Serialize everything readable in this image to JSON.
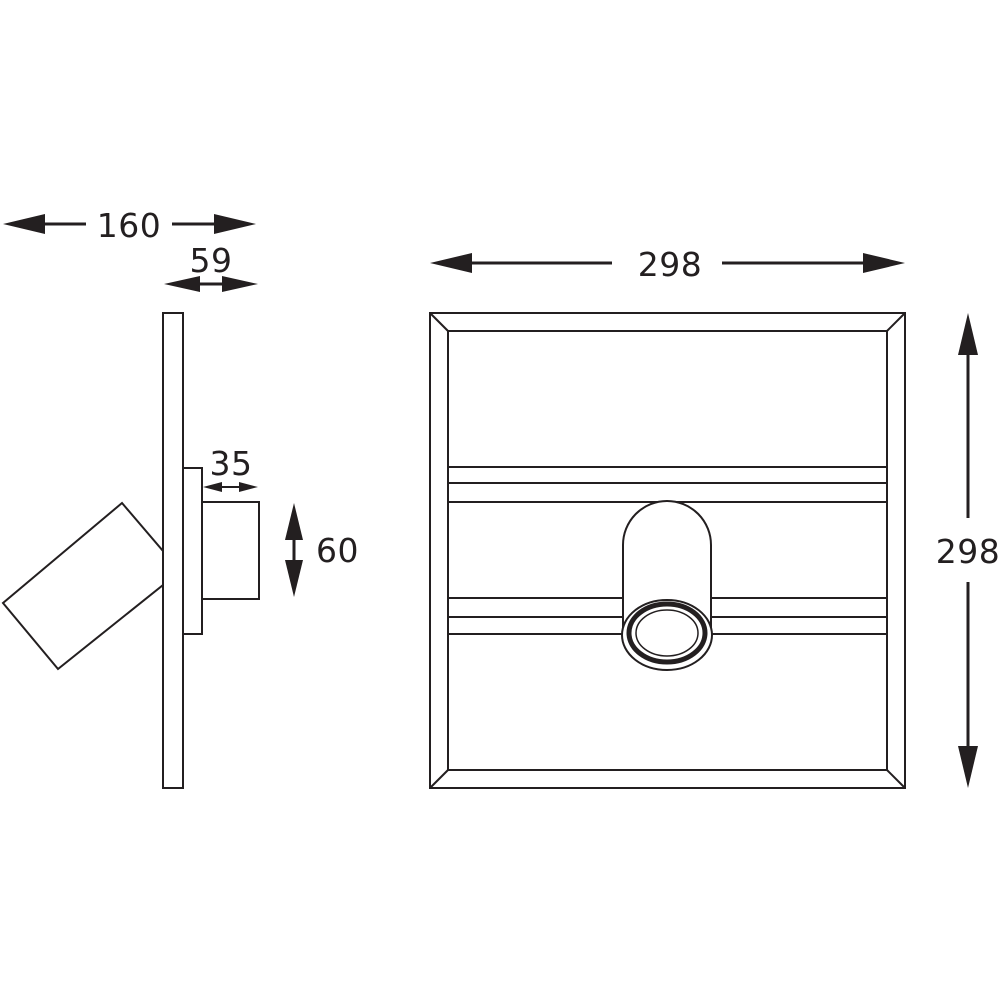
{
  "dimensions": {
    "side_total_depth": "160",
    "side_base_depth": "59",
    "side_holder_depth": "35",
    "side_holder_height": "60",
    "front_width": "298",
    "front_height": "298"
  },
  "colors": {
    "stroke": "#231f20",
    "background": "#ffffff"
  }
}
